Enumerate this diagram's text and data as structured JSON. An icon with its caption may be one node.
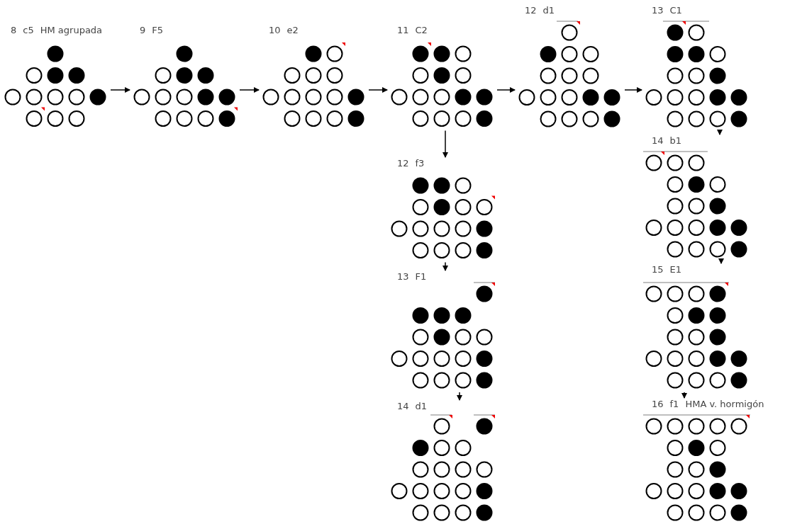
{
  "diagram": {
    "nodes": [
      {
        "text": [
          "8",
          "c5",
          "HM agrupada"
        ]
      },
      {
        "text": [
          "9",
          "F5"
        ]
      },
      {
        "text": [
          "10",
          "e2"
        ]
      },
      {
        "text": [
          "11",
          "C2"
        ]
      },
      {
        "text": [
          "12",
          "d1"
        ]
      },
      {
        "text": [
          "13",
          "C1"
        ]
      },
      {
        "text": [
          "12",
          "f3"
        ]
      },
      {
        "text": [
          "13",
          "F1"
        ]
      },
      {
        "text": [
          "14",
          "d1"
        ]
      },
      {
        "text": [
          "14",
          "b1"
        ]
      },
      {
        "text": [
          "15",
          "E1"
        ]
      },
      {
        "text": [
          "16",
          "f1",
          "HMA v. hormigón"
        ]
      }
    ],
    "edges": [
      {
        "from": 0,
        "to": 1,
        "arrow": "to"
      },
      {
        "from": 1,
        "to": 2,
        "arrow": "to"
      },
      {
        "from": 2,
        "to": 3,
        "arrow": "to"
      },
      {
        "from": 3,
        "to": 4,
        "arrow": "to"
      },
      {
        "from": 4,
        "to": 5,
        "arrow": "to"
      },
      {
        "from": 3,
        "to": 6,
        "arrow": "to"
      },
      {
        "from": 6,
        "to": 7,
        "arrow": "to"
      },
      {
        "from": 7,
        "to": 8,
        "arrow": "to"
      },
      {
        "from": 5,
        "to": 9,
        "arrow": "to"
      },
      {
        "from": 9,
        "to": 10,
        "arrow": "to"
      },
      {
        "from": 10,
        "to": 11,
        "arrow": "to"
      }
    ]
  }
}
